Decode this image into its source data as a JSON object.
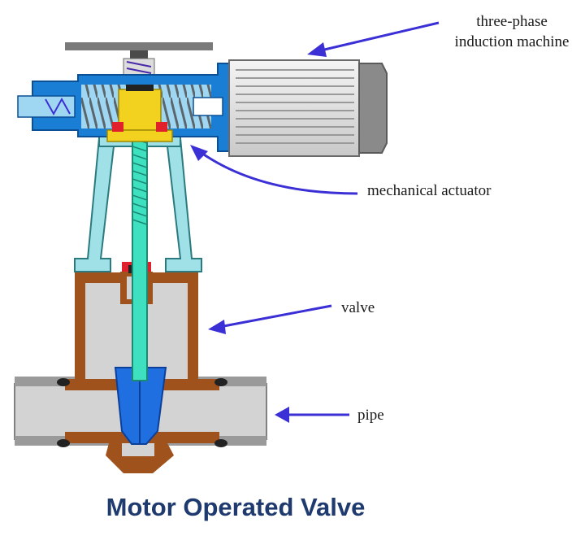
{
  "title": "Motor Operated Valve",
  "labels": {
    "motor_line1": "three-phase",
    "motor_line2": "induction machine",
    "actuator": "mechanical actuator",
    "valve": "valve",
    "pipe": "pipe"
  },
  "colors": {
    "arrow": "#3b2fd6",
    "title": "#1f3a6e",
    "housing": "#1a7fd4",
    "housing_light": "#9fd6f2",
    "yoke": "#8fe0e4",
    "stem": "#3fe0c0",
    "valve_body": "#a0521d",
    "valve_fill": "#d3d3d3",
    "pipe_fill": "#cfcfcf",
    "disc": "#1f6fe0",
    "gear": "#f2d21e",
    "seal": "#e0202a"
  }
}
